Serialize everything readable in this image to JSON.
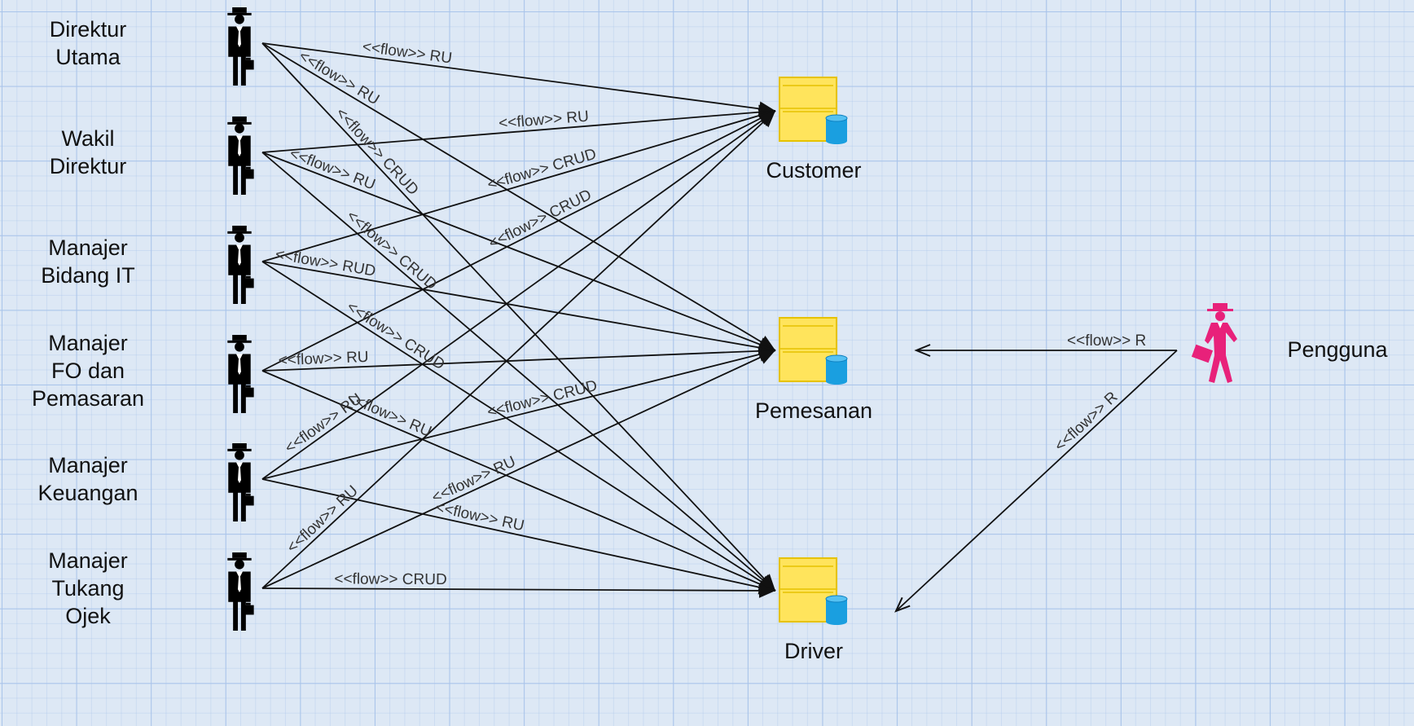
{
  "actors": [
    {
      "id": "direktur-utama",
      "lines": [
        "Direktur",
        "Utama"
      ]
    },
    {
      "id": "wakil-direktur",
      "lines": [
        "Wakil",
        "Direktur"
      ]
    },
    {
      "id": "manajer-bidang-it",
      "lines": [
        "Manajer",
        "Bidang IT"
      ]
    },
    {
      "id": "manajer-fo",
      "lines": [
        "Manajer",
        "FO dan",
        "Pemasaran"
      ]
    },
    {
      "id": "manajer-keuangan",
      "lines": [
        "Manajer",
        "Keuangan"
      ]
    },
    {
      "id": "manajer-tukang-ojek",
      "lines": [
        "Manajer",
        "Tukang",
        "Ojek"
      ]
    }
  ],
  "user": {
    "label": "Pengguna",
    "color": "#e8217a"
  },
  "entities": [
    {
      "id": "customer",
      "label": "Customer"
    },
    {
      "id": "pemesanan",
      "label": "Pemesanan"
    },
    {
      "id": "driver",
      "label": "Driver"
    }
  ],
  "flows": [
    {
      "from": "direktur-utama",
      "to": "customer",
      "label": "<<flow>> RU"
    },
    {
      "from": "direktur-utama",
      "to": "pemesanan",
      "label": "<<flow>> RU"
    },
    {
      "from": "direktur-utama",
      "to": "driver",
      "label": "<<flow>> CRUD"
    },
    {
      "from": "wakil-direktur",
      "to": "customer",
      "label": "<<flow>> RU"
    },
    {
      "from": "wakil-direktur",
      "to": "pemesanan",
      "label": "<<flow>> RU"
    },
    {
      "from": "wakil-direktur",
      "to": "driver",
      "label": "<<flow>> CRUD"
    },
    {
      "from": "manajer-bidang-it",
      "to": "customer",
      "label": "<<flow>> CRUD"
    },
    {
      "from": "manajer-bidang-it",
      "to": "pemesanan",
      "label": "<<flow>> RUD"
    },
    {
      "from": "manajer-bidang-it",
      "to": "driver",
      "label": "<<flow>> CRUD"
    },
    {
      "from": "manajer-fo",
      "to": "customer",
      "label": "<<flow>> CRUD"
    },
    {
      "from": "manajer-fo",
      "to": "pemesanan",
      "label": "<<flow>> RU"
    },
    {
      "from": "manajer-fo",
      "to": "driver",
      "label": "<<flow>> RU"
    },
    {
      "from": "manajer-keuangan",
      "to": "customer",
      "label": "<<flow>> RU"
    },
    {
      "from": "manajer-keuangan",
      "to": "pemesanan",
      "label": "<<flow>> CRUD"
    },
    {
      "from": "manajer-keuangan",
      "to": "driver",
      "label": "<<flow>> RU"
    },
    {
      "from": "manajer-tukang-ojek",
      "to": "customer",
      "label": "<<flow>> RU"
    },
    {
      "from": "manajer-tukang-ojek",
      "to": "pemesanan",
      "label": "<<flow>> RU"
    },
    {
      "from": "manajer-tukang-ojek",
      "to": "driver",
      "label": "<<flow>> CRUD"
    },
    {
      "from": "user",
      "to": "pemesanan",
      "label": "<<flow>> R"
    },
    {
      "from": "user",
      "to": "driver",
      "label": "<<flow>> R"
    }
  ],
  "colors": {
    "entity_fill": "#ffe45c",
    "entity_stroke": "#e6c200",
    "db_fill": "#1a9fe0",
    "line": "#111111",
    "grid": "#a9c4ea",
    "background": "#dde8f5"
  }
}
